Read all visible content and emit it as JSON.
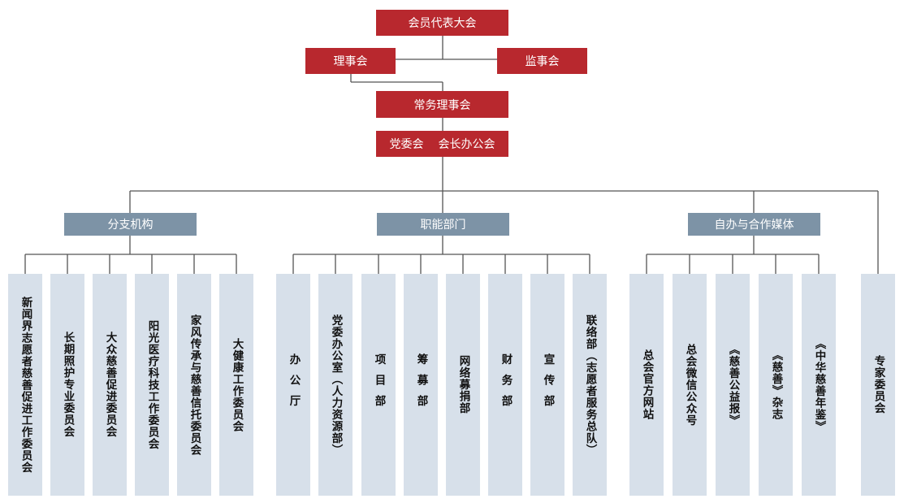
{
  "top": {
    "assembly": "会员代表大会",
    "council": "理事会",
    "supervisory": "监事会",
    "standing": "常务理事会",
    "party_committee": "党委会",
    "president_office": "会长办公会"
  },
  "groups": {
    "branches": {
      "title": "分支机构",
      "items": [
        "新闻界志愿者慈善促进工作委员会",
        "长期照护专业委员会",
        "大众慈善促进委员会",
        "阳光医疗科技工作委员会",
        "家风传承与慈善信托委员会",
        "大健康工作委员会"
      ]
    },
    "departments": {
      "title": "职能部门",
      "items": [
        "办公厅",
        "党委办公室（人力资源部）",
        "项目部",
        "筹募部",
        "网络募捐部",
        "财务部",
        "宣传部",
        "联络部（志愿者服务总队）"
      ]
    },
    "media": {
      "title": "自办与合作媒体",
      "items": [
        "总会官方网站",
        "总会微信公众号",
        "《慈善公益报》",
        "《慈善》杂志",
        "《中华慈善年鉴》"
      ]
    },
    "expert": {
      "title": "专家委员会"
    }
  },
  "colors": {
    "red": "#b8282e",
    "grey": "#7d93a6",
    "leaf": "#d7e0ea",
    "line": "#555555"
  }
}
